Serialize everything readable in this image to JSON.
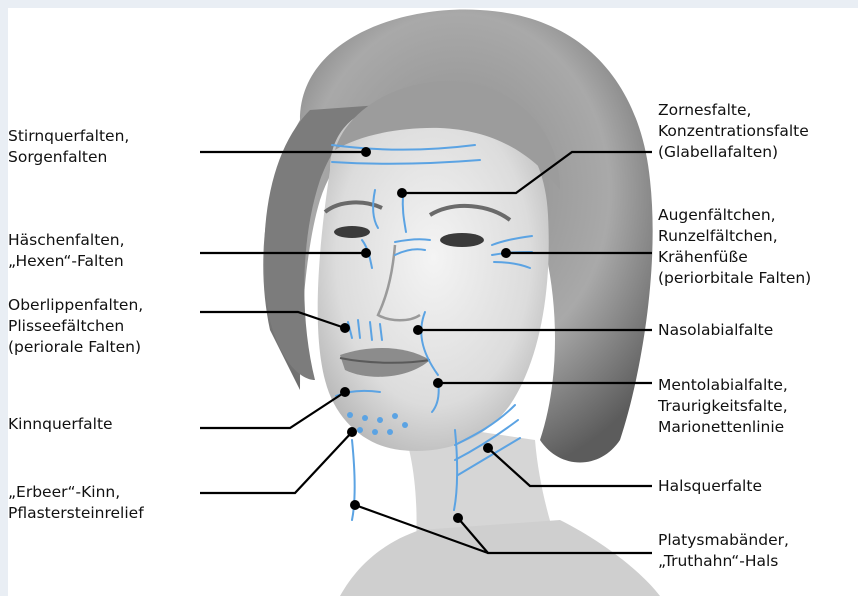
{
  "labels": {
    "stirn": "Stirnquerfalten,\nSorgenfalten",
    "haeschen": "Häschenfalten,\n„Hexen“-Falten",
    "oberlippe": "Oberlippenfalten,\nPlisseefältchen\n(periorale Falten)",
    "kinnquer": "Kinnquerfalte",
    "erdbeer": "„Erbeer“-Kinn,\nPflastersteinrelief",
    "zornes": "Zornesfalte,\nKonzentrationsfalte\n(Glabellafalten)",
    "augen": "Augenfältchen,\nRunzelfältchen,\nKrähenfüße\n(periorbitale Falten)",
    "nasolabial": "Nasolabialfalte",
    "mentolabial": "Mentolabialfalte,\nTraurigkeitsfalte,\nMarionettenlinie",
    "hals": "Halsquerfalte",
    "platysma": "Platysmabänder,\n„Truthahn“-Hals"
  },
  "colors": {
    "wrinkle": "#5ba3e3",
    "leader": "#000000",
    "background": "#e9eef4"
  }
}
